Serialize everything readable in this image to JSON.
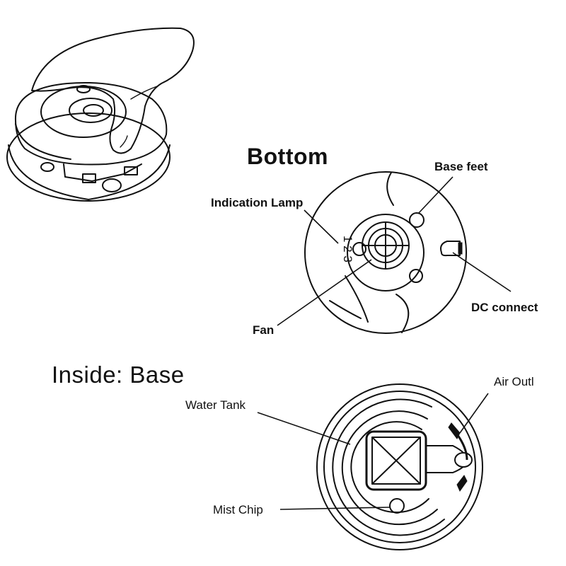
{
  "headings": {
    "bottom": "Bottom",
    "inside_base": "Inside: Base"
  },
  "bottom_labels": {
    "base_feet": "Base feet",
    "indication_lamp": "Indication Lamp",
    "dc_connect": "DC connect",
    "fan": "Fan"
  },
  "inside_labels": {
    "water_tank": "Water Tank",
    "air_outlet": "Air Outl",
    "mist_chip": "Mist Chip"
  },
  "lamp_marks": "1 2 3",
  "colors": {
    "ink": "#111111",
    "background": "#ffffff"
  }
}
